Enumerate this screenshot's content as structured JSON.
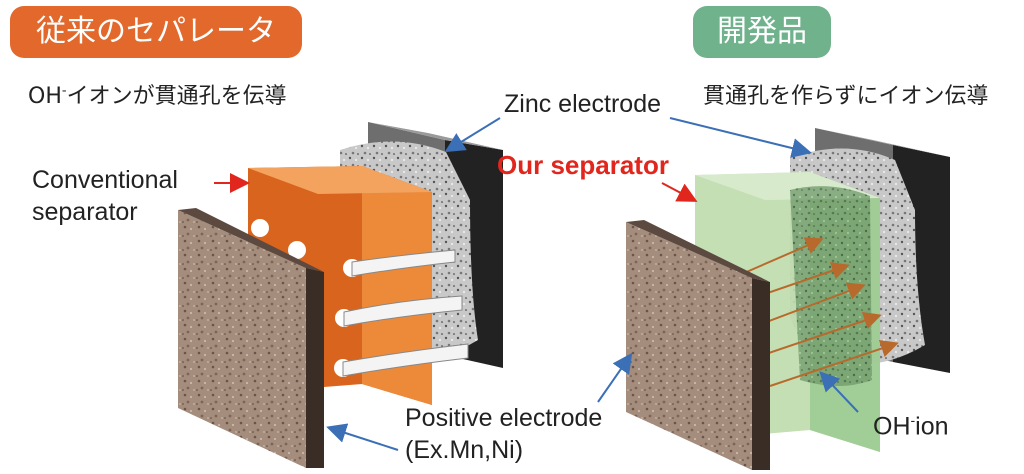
{
  "left": {
    "badge": "従来のセパレータ",
    "caption_prefix": "OH",
    "caption_sup": "-",
    "caption_rest": "イオンが貫通孔を伝導",
    "separator_label_line1": "Conventional",
    "separator_label_line2": "separator"
  },
  "right": {
    "badge": "開発品",
    "caption": "貫通孔を作らずにイオン伝導",
    "separator_label": "Our separator",
    "ion_prefix": "OH",
    "ion_sup": "-",
    "ion_rest": "ion"
  },
  "shared": {
    "zinc_label": "Zinc electrode",
    "positive_line1": "Positive electrode",
    "positive_line2": "(Ex.Mn,Ni)"
  },
  "colors": {
    "orange_badge": "#e2682c",
    "green_badge": "#6fb28c",
    "label_red": "#e0261d",
    "arrow_blue": "#3b6fb6"
  }
}
